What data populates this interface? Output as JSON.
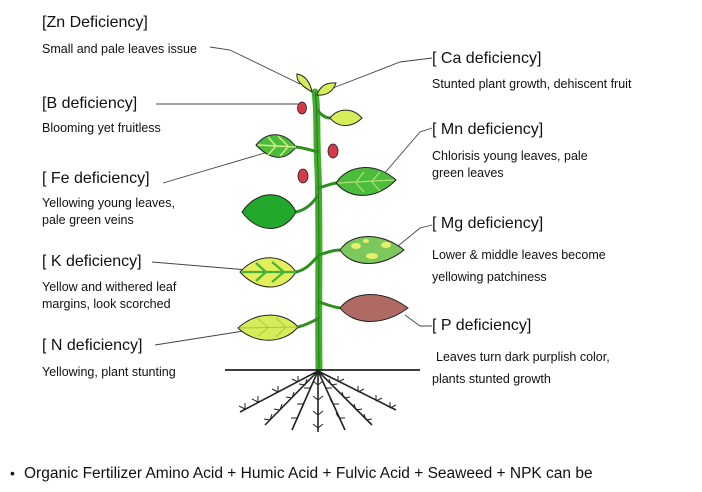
{
  "labels": {
    "zn": {
      "title": "[Zn Deficiency]",
      "desc": "Small and pale leaves issue"
    },
    "b": {
      "title": "[B deficiency]",
      "desc": "Blooming yet fruitless"
    },
    "fe": {
      "title": "[ Fe deficiency]",
      "desc": [
        "Yellowing young leaves,",
        "pale green veins"
      ]
    },
    "k": {
      "title": "[ K deficiency]",
      "desc": [
        "Yellow and withered leaf",
        "margins, look scorched"
      ]
    },
    "n": {
      "title": "[ N deficiency]",
      "desc": "Yellowing, plant stunting"
    },
    "ca": {
      "title": "[ Ca deficiency]",
      "desc": "Stunted plant growth, dehiscent fruit"
    },
    "mn": {
      "title": "[ Mn deficiency]",
      "desc": [
        "Chlorisis young leaves, pale",
        " green leaves"
      ]
    },
    "mg": {
      "title": "[ Mg deficiency]",
      "desc": [
        "Lower & middle leaves  become",
        "yellowing patchiness"
      ]
    },
    "p": {
      "title": "[ P deficiency]",
      "desc": [
        "Leaves turn dark purplish color,",
        "plants stunted growth"
      ]
    }
  },
  "bullet": {
    "symbol": "•",
    "text": "Organic Fertilizer Amino Acid + Humic Acid + Fulvic Acid + Seaweed + NPK can be"
  },
  "colors": {
    "stem": "#3fae2a",
    "healthy_leaf": "#3cae3c",
    "dark_leaf": "#22a82a",
    "pale_leaf": "#d6ec5a",
    "purple_leaf": "#b06a64",
    "fruit": "#d43a4a",
    "root": "#222222"
  }
}
